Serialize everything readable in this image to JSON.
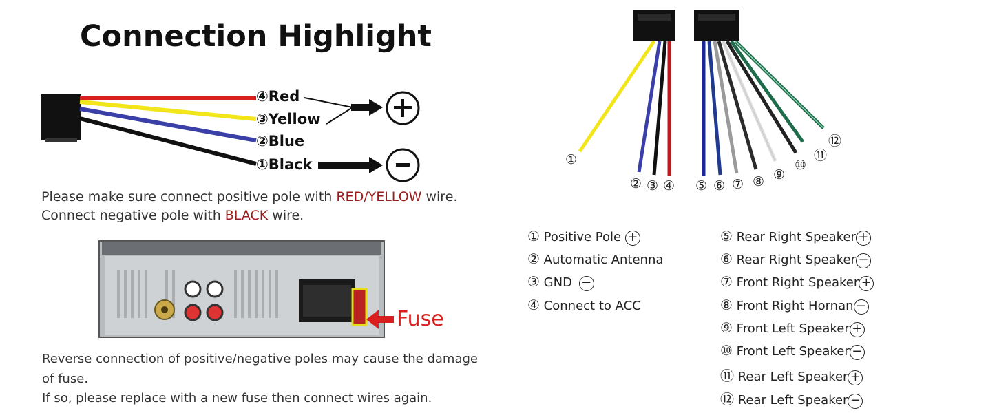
{
  "title": "Connection Highlight",
  "wires_left": [
    {
      "num": "④",
      "label": "Red",
      "color": "#d61f1f"
    },
    {
      "num": "③",
      "label": "Yellow",
      "color": "#f2e51a"
    },
    {
      "num": "②",
      "label": "Blue",
      "color": "#3b3fa8"
    },
    {
      "num": "①",
      "label": "Black",
      "color": "#111111"
    }
  ],
  "plus_symbol": "+",
  "minus_symbol": "−",
  "note1": {
    "line1_a": "Please make sure connect positive pole with ",
    "line1_red": "RED/YELLOW",
    "line1_b": " wire.",
    "line2_a": "Connect negative pole with ",
    "line2_red": "BLACK",
    "line2_b": " wire."
  },
  "fuse_label": "Fuse",
  "note2": {
    "line1": "Reverse connection of positive/negative poles may cause the damage",
    "line2": "of fuse.",
    "line3": "If so, please replace with a new fuse then connect wires again."
  },
  "pin_numbers": [
    "①",
    "②",
    "③",
    "④",
    "⑤",
    "⑥",
    "⑦",
    "⑧",
    "⑨",
    "⑩",
    "⑪",
    "⑫"
  ],
  "legend_left": [
    {
      "num": "①",
      "text": "Positive Pole",
      "sign": "+"
    },
    {
      "num": "②",
      "text": "Automatic Antenna",
      "sign": ""
    },
    {
      "num": "③",
      "text": "GND",
      "sign": "−"
    },
    {
      "num": "④",
      "text": "Connect to ACC",
      "sign": ""
    }
  ],
  "legend_right": [
    {
      "num": "⑤",
      "text": "Rear Right Speaker",
      "sign": "+"
    },
    {
      "num": "⑥",
      "text": "Rear Right Speaker",
      "sign": "−"
    },
    {
      "num": "⑦",
      "text": "Front Right Speaker",
      "sign": "+"
    },
    {
      "num": "⑧",
      "text": "Front Right Hornan",
      "sign": "−"
    },
    {
      "num": "⑨",
      "text": "Front Left Speaker",
      "sign": "+"
    },
    {
      "num": "⑩",
      "text": "Front Left Speaker",
      "sign": "−"
    },
    {
      "num": "⑪",
      "text": "Rear Left Speaker",
      "sign": "+"
    },
    {
      "num": "⑫",
      "text": "Rear Left Speaker",
      "sign": "−"
    }
  ],
  "colors": {
    "red": "#d61f1f",
    "yellow": "#f2e51a",
    "blue": "#3b3fa8",
    "black": "#111111",
    "darkblue": "#1a2a9c",
    "gray": "#9a9a9a",
    "white": "#e4e4e4",
    "green": "#1e6b4a",
    "accent_red_text": "#9a1d1d",
    "fuse_red": "#d91e1e"
  }
}
